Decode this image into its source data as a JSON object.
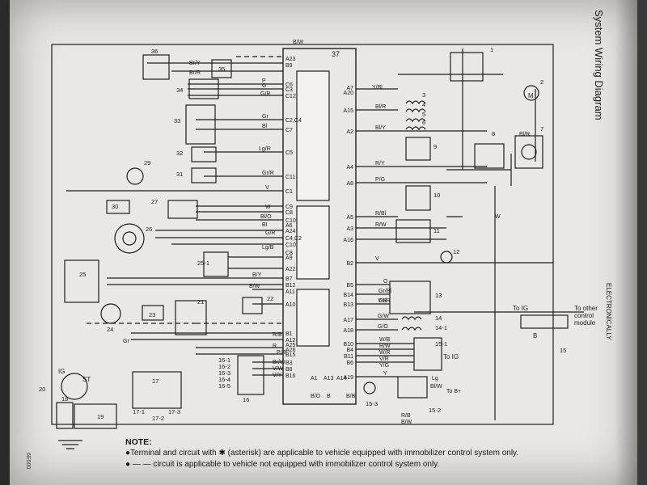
{
  "title": "System Wiring Diagram",
  "page_id": "6E000",
  "header_fragment": "ELECTRONICALLY",
  "notes": {
    "heading": "NOTE:",
    "line1": "●Terminal and circuit with ✱ (asterisk) are applicable to vehicle equipped with immobilizer control system only.",
    "line2": "● — — circuit is applicable to vehicle not equipped with immobilizer control system only."
  },
  "ecm": {
    "number": "37",
    "left_terminals": [
      "A23",
      "B9",
      "C6",
      "C3",
      "C12",
      "C2,C4",
      "C7",
      "C5",
      "C11",
      "C1",
      "C9",
      "C8",
      "C10",
      "A6",
      "A24",
      "C4,C2",
      "C10",
      "C8",
      "A9",
      "A22",
      "B7",
      "B12",
      "A11",
      "A10",
      "B1",
      "A12",
      "A25",
      "A26",
      "B15",
      "B3",
      "B8",
      "B16"
    ],
    "right_terminals": [
      "A7",
      "A20",
      "A15",
      "A2",
      "A4",
      "A8",
      "A5",
      "A3",
      "A16",
      "B2",
      "B5",
      "B14",
      "B13",
      "A17",
      "A18",
      "B10",
      "B4",
      "B11",
      "B6",
      "A19"
    ],
    "bottom_terminals": [
      "A1",
      "A13",
      "A14"
    ]
  },
  "wire_colors": [
    "B/W",
    "Br/Y",
    "Br/R",
    "P",
    "G",
    "G/R",
    "Gr",
    "Bl",
    "Lg/R",
    "Gr/R",
    "V",
    "W",
    "Bl/O",
    "Bl",
    "G/R",
    "Lg/B",
    "B/Y",
    "B/W",
    "Gr",
    "R/B",
    "R",
    "P/Bl",
    "Br/W",
    "V/W",
    "V/Y",
    "Y/Bl",
    "Bl/R",
    "Bl/Y",
    "R/Y",
    "P/G",
    "R/Bl",
    "R/W",
    "V",
    "O",
    "Gr/Bl",
    "Gr/R",
    "Y/B",
    "G/W",
    "G/O",
    "W/B",
    "R/W",
    "W/R",
    "V/R",
    "Y/G",
    "Y",
    "Lg",
    "Bl/W",
    "R/B",
    "B/W",
    "W",
    "Bl/R",
    "B/O",
    "B",
    "B/Bl"
  ],
  "components": {
    "left": [
      "36",
      "35",
      "34",
      "33",
      "32",
      "31",
      "29",
      "30",
      "27",
      "26",
      "25-1",
      "25",
      "24",
      "23",
      "22",
      "21",
      "20",
      "19",
      "18",
      "17",
      "16",
      "16-1",
      "16-2",
      "16-3",
      "16-4",
      "16-5",
      "17-1",
      "17-2",
      "17-3"
    ],
    "right": [
      "1",
      "2",
      "3",
      "4",
      "5",
      "6",
      "7",
      "8",
      "9",
      "10",
      "11",
      "12",
      "13",
      "14",
      "14-1",
      "15",
      "15-1",
      "15-2",
      "15-3"
    ]
  },
  "ignition_switch": {
    "ig": "IG",
    "st": "ST"
  },
  "connector_labels": {
    "to_ig": "To IG",
    "to_ig_b": "To IG",
    "to_b_plus": "To B+",
    "to_other_module": [
      "To other",
      "control",
      "module"
    ],
    "b_ground": "B"
  },
  "sensor_letter": "M"
}
